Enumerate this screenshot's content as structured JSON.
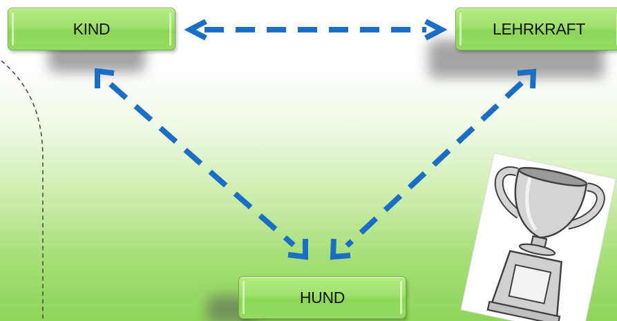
{
  "nodes": {
    "kind": "KIND",
    "lehrkraft": "LEHRKRAFT",
    "hund": "HUND"
  },
  "colors": {
    "node_fill": "#9fe06c",
    "node_border": "#6fb33a",
    "arrow": "#1a6fc4",
    "background_bottom": "#8fd55a",
    "trophy_fill": "#d4d4d4",
    "trophy_stroke": "#404040"
  },
  "icons": {
    "trophy": "trophy-icon"
  }
}
